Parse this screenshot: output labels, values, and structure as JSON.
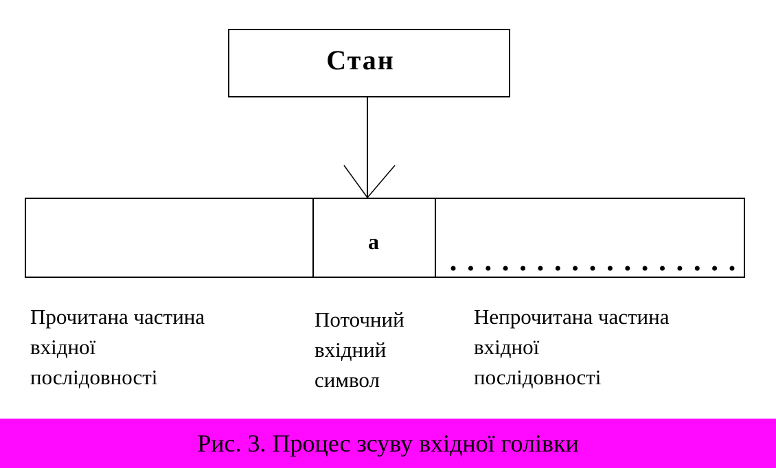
{
  "diagram": {
    "state_label": "Стан",
    "current_symbol": "a",
    "tape_dot_count": 17,
    "labels": {
      "read_part": [
        "Прочитана частина",
        "вхідної",
        "послідовності"
      ],
      "current_symbol": [
        "Поточний",
        "вхідний",
        "символ"
      ],
      "unread_part": [
        "Непрочитана частина",
        "вхідної",
        "послідовності"
      ]
    }
  },
  "caption": {
    "text": "Рис. 3. Процес зсуву вхідної голівки",
    "background_color": "#ff0aff"
  }
}
